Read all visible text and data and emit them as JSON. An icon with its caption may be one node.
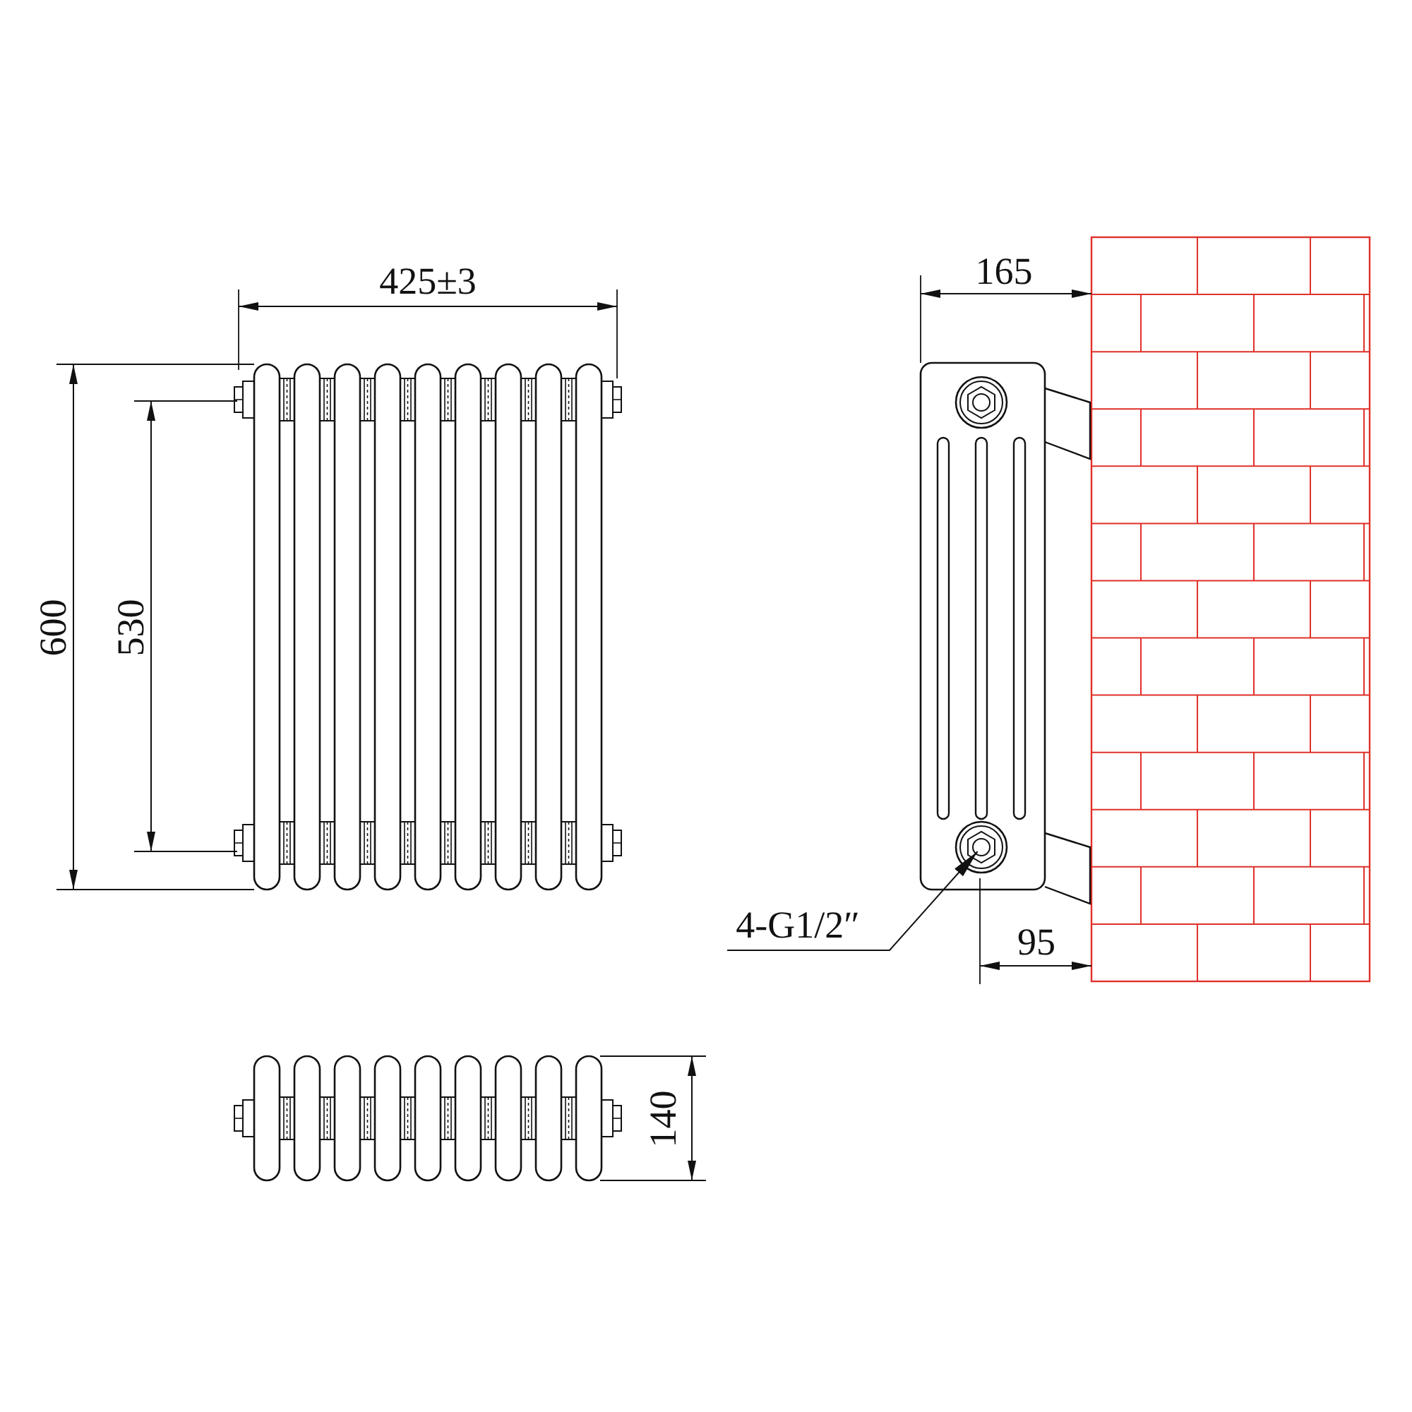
{
  "diagram": {
    "nodes": [
      {
        "text": [
          "4-G1/2″"
        ]
      },
      {
        "text": [],
        "shape": "circle"
      }
    ],
    "edges": [
      {
        "from": 0,
        "to": 1,
        "arrow": "to"
      }
    ],
    "labels": [
      "425±3",
      "600",
      "530",
      "165",
      "95",
      "140"
    ]
  }
}
